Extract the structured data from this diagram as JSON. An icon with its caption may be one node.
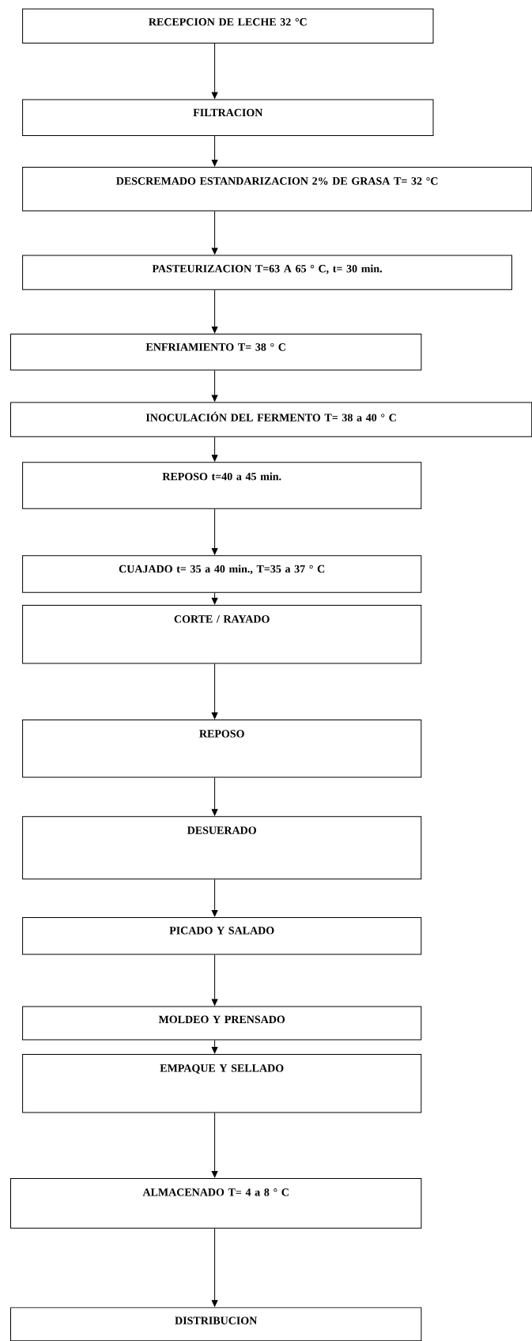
{
  "diagram": {
    "nodes": [
      {
        "text": [
          "RECEPCION DE LECHE 32 °C"
        ]
      },
      {
        "text": [
          "FILTRACION"
        ]
      },
      {
        "text": [
          "DESCREMADO ESTANDARIZACION 2% DE GRASA T= 32 °C"
        ]
      },
      {
        "text": [
          "PASTEURIZACION T=63 A 65 ° C, t= 30 min."
        ]
      },
      {
        "text": [
          "ENFRIAMIENTO T= 38 ° C"
        ]
      },
      {
        "text": [
          "INOCULACIÓN DEL FERMENTO T= 38 a 40 ° C"
        ]
      },
      {
        "text": [
          "REPOSO t=40 a 45 min."
        ]
      },
      {
        "text": [
          "CUAJADO t= 35 a 40 min., T=35 a 37 ° C"
        ]
      },
      {
        "text": [
          "CORTE / RAYADO"
        ]
      },
      {
        "text": [
          "REPOSO"
        ]
      },
      {
        "text": [
          "DESUERADO"
        ]
      },
      {
        "text": [
          "PICADO Y SALADO"
        ]
      },
      {
        "text": [
          "MOLDEO Y PRENSADO"
        ]
      },
      {
        "text": [
          "EMPAQUE Y SELLADO"
        ]
      },
      {
        "text": [
          "ALMACENADO T= 4 a 8 ° C"
        ]
      },
      {
        "text": [
          "DISTRIBUCION"
        ]
      }
    ],
    "edges": [
      {
        "from": 0,
        "to": 1,
        "arrow": "to"
      },
      {
        "from": 1,
        "to": 2,
        "arrow": "to"
      },
      {
        "from": 2,
        "to": 3,
        "arrow": "to"
      },
      {
        "from": 3,
        "to": 4,
        "arrow": "to"
      },
      {
        "from": 4,
        "to": 5,
        "arrow": "to"
      },
      {
        "from": 5,
        "to": 6,
        "arrow": "to"
      },
      {
        "from": 6,
        "to": 7,
        "arrow": "to"
      },
      {
        "from": 7,
        "to": 8,
        "arrow": "to"
      },
      {
        "from": 8,
        "to": 9,
        "arrow": "to"
      },
      {
        "from": 9,
        "to": 10,
        "arrow": "to"
      },
      {
        "from": 10,
        "to": 11,
        "arrow": "to"
      },
      {
        "from": 11,
        "to": 12,
        "arrow": "to"
      },
      {
        "from": 12,
        "to": 13,
        "arrow": "to"
      },
      {
        "from": 13,
        "to": 14,
        "arrow": "to"
      },
      {
        "from": 14,
        "to": 15,
        "arrow": "to"
      }
    ]
  }
}
